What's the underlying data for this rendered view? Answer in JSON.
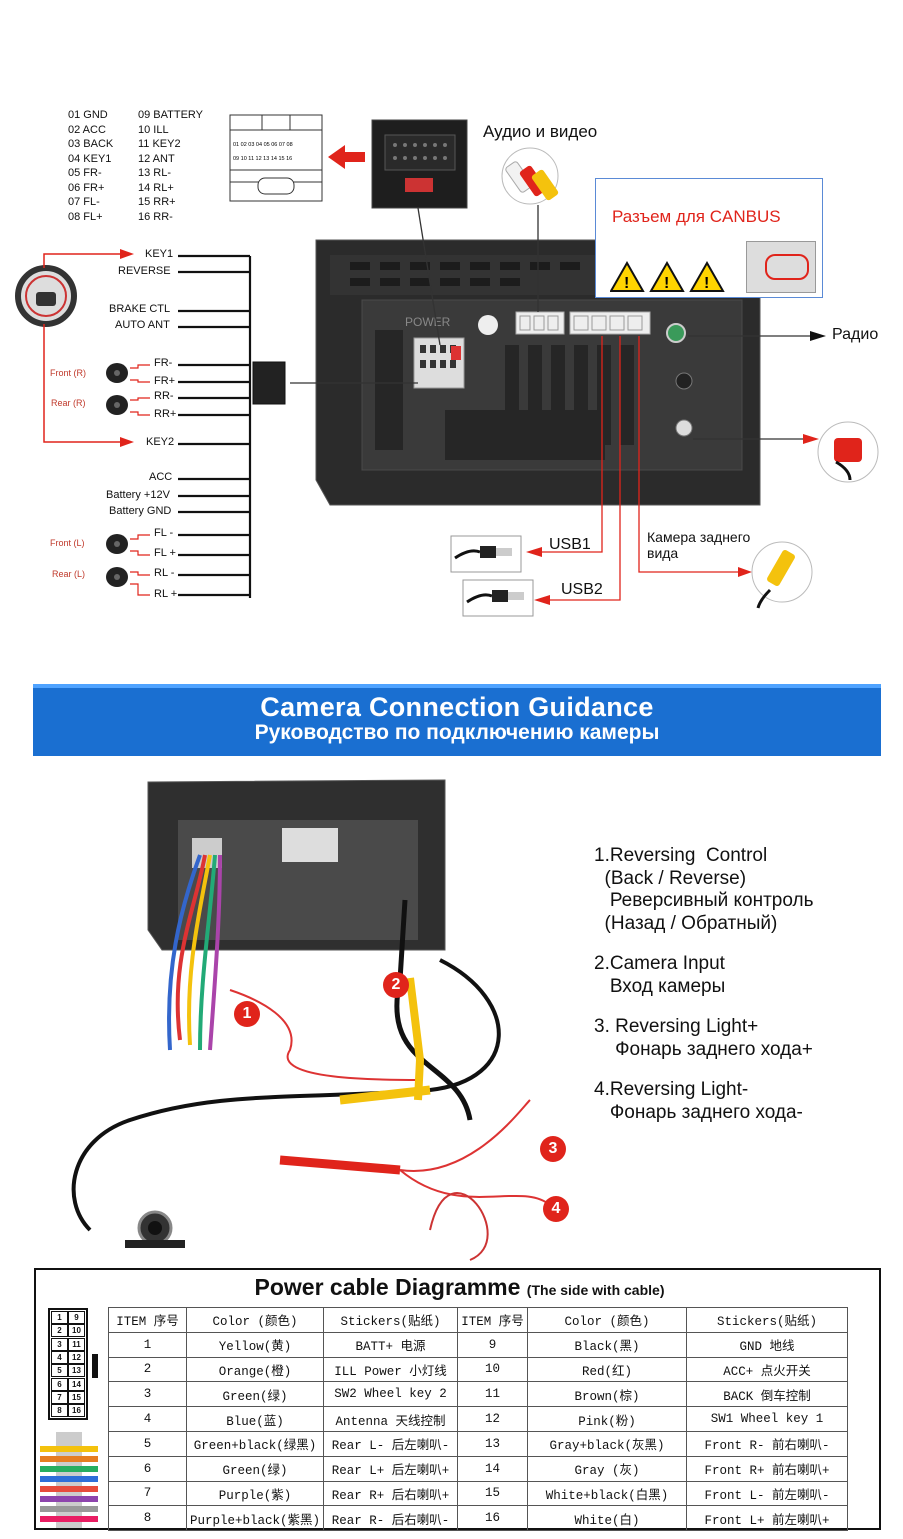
{
  "connector_pins": {
    "left": [
      "01  GND",
      "02  ACC",
      "03  BACK",
      "04  KEY1",
      "05  FR-",
      "06  FR+",
      "07  FL-",
      "08  FL+"
    ],
    "right": [
      "09  BATTERY",
      "10  ILL",
      "11  KEY2",
      "12  ANT",
      "13  RL-",
      "14  RL+",
      "15  RR+",
      "16  RR-"
    ],
    "diagram_numbers_top": "01 02 03 04 05 06 07 08",
    "diagram_numbers_bottom": "09 10 11 12 13 14 15 16"
  },
  "wiring_labels": {
    "key1": "KEY1",
    "reverse": "REVERSE",
    "brake": "BRAKE CTL",
    "auto_ant": "AUTO ANT",
    "fr_minus": "FR-",
    "fr_plus": "FR+",
    "rr_minus": "RR-",
    "rr_plus": "RR+",
    "key2": "KEY2",
    "acc": "ACC",
    "battery": "Battery +12V",
    "battery_gnd": "Battery GND",
    "fl_minus": "FL -",
    "fl_plus": "FL +",
    "rl_minus": "RL -",
    "rl_plus": "RL +",
    "front_r": "Front (R)",
    "rear_r": "Rear (R)",
    "front_l": "Front (L)",
    "rear_l": "Rear (L)"
  },
  "callouts": {
    "audio_video": "Аудио и видео",
    "canbus": "Разъем для CANBUS",
    "radio": "Радио",
    "usb1": "USB1",
    "usb2": "USB2",
    "rear_camera_1": "Камера заднего",
    "rear_camera_2": "вида",
    "power_label": "POWER"
  },
  "banner": {
    "title_en": "Camera Connection Guidance",
    "title_ru": "Руководство по подключению камеры"
  },
  "camera_steps": [
    "1.Reversing  Control\n  (Back / Reverse)\n   Реверсивный контроль\n  (Назад / Обратный)",
    "2.Camera Input\n   Вход камеры",
    "3. Reversing Light+\n    Фонарь заднего хода+",
    "4.Reversing Light-\n   Фонарь заднего хода-"
  ],
  "photo_markers": [
    "1",
    "2",
    "3",
    "4"
  ],
  "power_table": {
    "title": "Power cable Diagramme",
    "subtitle": "(The side with cable)",
    "headers": [
      "ITEM 序号",
      "Color (颜色)",
      "Stickers(贴纸)",
      "ITEM 序号",
      "Color (颜色)",
      "Stickers(贴纸)"
    ],
    "rows": [
      [
        "1",
        "Yellow(黄)",
        "BATT+ 电源",
        "9",
        "Black(黑)",
        "GND 地线"
      ],
      [
        "2",
        "Orange(橙)",
        "ILL Power 小灯线",
        "10",
        "Red(红)",
        "ACC+ 点火开关"
      ],
      [
        "3",
        "Green(绿)",
        "SW2 Wheel key 2",
        "11",
        "Brown(棕)",
        "BACK 倒车控制"
      ],
      [
        "4",
        "Blue(蓝)",
        "Antenna 天线控制",
        "12",
        "Pink(粉)",
        "SW1 Wheel key 1"
      ],
      [
        "5",
        "Green+black(绿黑)",
        "Rear L- 后左喇叭-",
        "13",
        "Gray+black(灰黑)",
        "Front R- 前右喇叭-"
      ],
      [
        "6",
        "Green(绿)",
        "Rear L+ 后左喇叭+",
        "14",
        "Gray (灰)",
        "Front R+ 前右喇叭+"
      ],
      [
        "7",
        "Purple(紫)",
        "Rear R+ 后右喇叭+",
        "15",
        "White+black(白黑)",
        "Front L- 前左喇叭-"
      ],
      [
        "8",
        "Purple+black(紫黑)",
        "Rear R- 后右喇叭-",
        "16",
        "White(白)",
        "Front L+ 前左喇叭+"
      ]
    ],
    "connector_pin_pairs": [
      [
        "1",
        "9"
      ],
      [
        "2",
        "10"
      ],
      [
        "3",
        "11"
      ],
      [
        "4",
        "12"
      ],
      [
        "5",
        "13"
      ],
      [
        "6",
        "14"
      ],
      [
        "7",
        "15"
      ],
      [
        "8",
        "16"
      ]
    ]
  },
  "colors": {
    "banner_blue": "#1a6fd1",
    "arrow_red": "#e0241b",
    "canbus_red": "#e0241b"
  }
}
